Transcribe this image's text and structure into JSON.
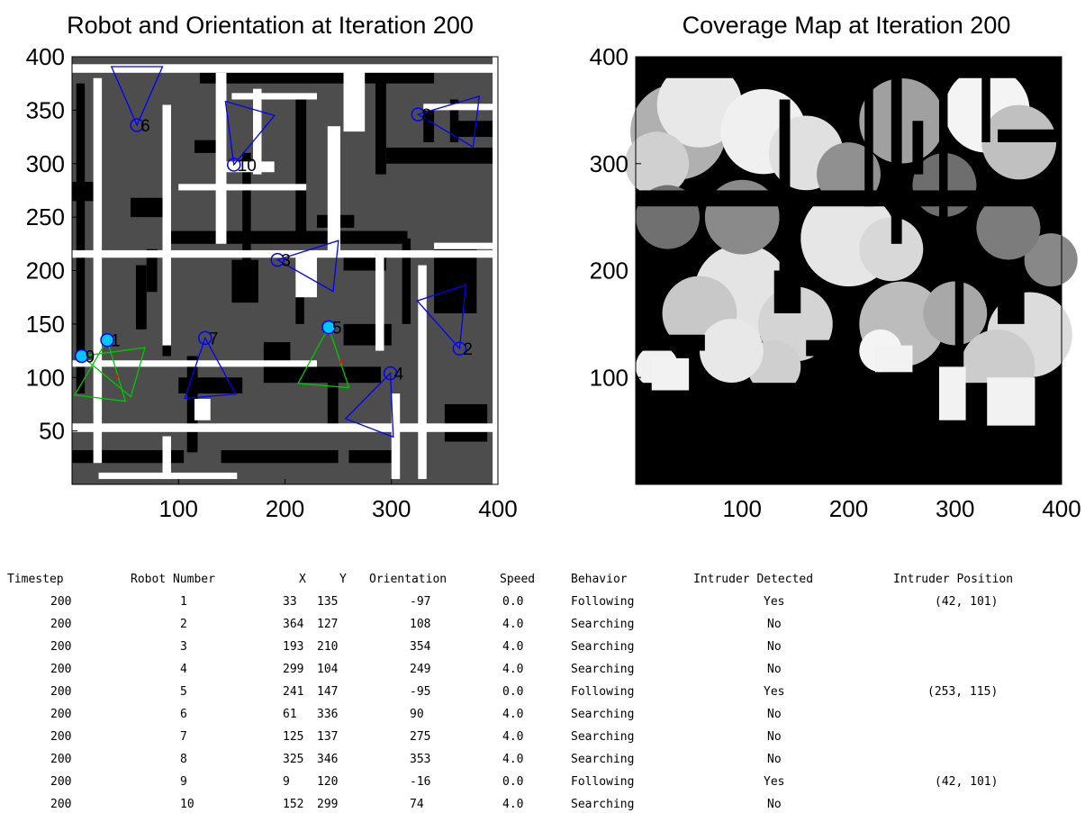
{
  "chart_data": [
    {
      "type": "scatter",
      "title": "Robot and Orientation at Iteration 200",
      "xlim": [
        0,
        400
      ],
      "ylim": [
        0,
        400
      ],
      "xticks": [
        "100",
        "200",
        "300",
        "400"
      ],
      "yticks": [
        "50",
        "100",
        "150",
        "200",
        "250",
        "300",
        "350",
        "400"
      ],
      "grid": false,
      "series": [
        {
          "points": [
            {
              "label": "1",
              "x": 33,
              "y": 135,
              "orientation": -97,
              "behavior": "Following"
            },
            {
              "label": "2",
              "x": 364,
              "y": 127,
              "orientation": 108,
              "behavior": "Searching"
            },
            {
              "label": "3",
              "x": 193,
              "y": 210,
              "orientation": 354,
              "behavior": "Searching"
            },
            {
              "label": "4",
              "x": 299,
              "y": 104,
              "orientation": 249,
              "behavior": "Searching"
            },
            {
              "label": "5",
              "x": 241,
              "y": 147,
              "orientation": -95,
              "behavior": "Following"
            },
            {
              "label": "6",
              "x": 61,
              "y": 336,
              "orientation": 90,
              "behavior": "Searching"
            },
            {
              "label": "7",
              "x": 125,
              "y": 137,
              "orientation": 275,
              "behavior": "Searching"
            },
            {
              "label": "8",
              "x": 325,
              "y": 346,
              "orientation": 353,
              "behavior": "Searching"
            },
            {
              "label": "9",
              "x": 9,
              "y": 120,
              "orientation": -16,
              "behavior": "Following"
            },
            {
              "label": "10",
              "x": 152,
              "y": 299,
              "orientation": 74,
              "behavior": "Searching"
            }
          ]
        }
      ],
      "colors": {
        "searching": "#0000ff",
        "following": "#00c800",
        "detected_marker": "#00c8ff",
        "intruder": "#ff0000"
      },
      "intruders": [
        {
          "x": 42,
          "y": 101
        },
        {
          "x": 253,
          "y": 115
        }
      ]
    },
    {
      "type": "heatmap",
      "title": "Coverage Map at Iteration 200",
      "xlim": [
        0,
        400
      ],
      "ylim": [
        0,
        400
      ],
      "xticks": [
        "100",
        "200",
        "300",
        "400"
      ],
      "yticks": [
        "100",
        "200",
        "300",
        "400"
      ],
      "grid": false
    }
  ],
  "table": {
    "headers": [
      "Timestep",
      "Robot Number",
      "X",
      "Y",
      "Orientation",
      "Speed",
      "Behavior",
      "Intruder Detected",
      "Intruder Position"
    ],
    "rows": [
      [
        "200",
        "1",
        "33",
        "135",
        "-97",
        "0.0",
        "Following",
        "Yes",
        "(42, 101)"
      ],
      [
        "200",
        "2",
        "364",
        "127",
        "108",
        "4.0",
        "Searching",
        "No",
        ""
      ],
      [
        "200",
        "3",
        "193",
        "210",
        "354",
        "4.0",
        "Searching",
        "No",
        ""
      ],
      [
        "200",
        "4",
        "299",
        "104",
        "249",
        "4.0",
        "Searching",
        "No",
        ""
      ],
      [
        "200",
        "5",
        "241",
        "147",
        "-95",
        "0.0",
        "Following",
        "Yes",
        "(253, 115)"
      ],
      [
        "200",
        "6",
        "61",
        "336",
        "90",
        "4.0",
        "Searching",
        "No",
        ""
      ],
      [
        "200",
        "7",
        "125",
        "137",
        "275",
        "4.0",
        "Searching",
        "No",
        ""
      ],
      [
        "200",
        "8",
        "325",
        "346",
        "353",
        "4.0",
        "Searching",
        "No",
        ""
      ],
      [
        "200",
        "9",
        "9",
        "120",
        "-16",
        "0.0",
        "Following",
        "Yes",
        "(42, 101)"
      ],
      [
        "200",
        "10",
        "152",
        "299",
        "74",
        "4.0",
        "Searching",
        "No",
        ""
      ]
    ]
  }
}
